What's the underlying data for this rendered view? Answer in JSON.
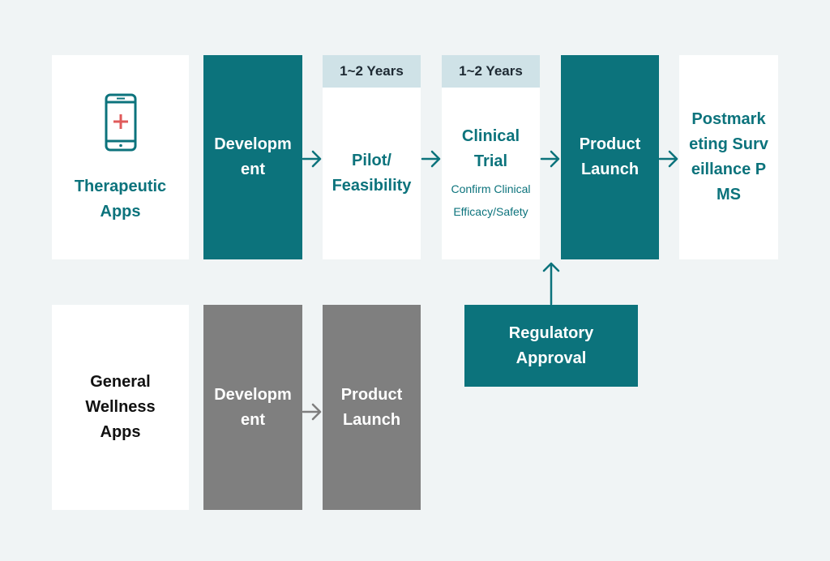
{
  "colors": {
    "background": "#f0f4f5",
    "teal": "#0c737c",
    "gray": "#7f7f7f",
    "band": "#cfe2e7",
    "icon_cross": "#e05a5a"
  },
  "therapeutic_row": {
    "icon": "smartphone-medical-icon",
    "category_label": "Therapeutic Apps",
    "development": "Development",
    "pilot": {
      "duration": "1~2 Years",
      "label": "Pilot/ Feasibility"
    },
    "clinical": {
      "duration": "1~2 Years",
      "title": "Clinical Trial",
      "subtitle_line1": "Confirm Clinical",
      "subtitle_line2": "Efficacy/Safety"
    },
    "product_launch": "Product Launch",
    "pms": "Postmarketing Surveillance PMS"
  },
  "regulatory": {
    "label": "Regulatory Approval"
  },
  "wellness_row": {
    "category_label": "General Wellness Apps",
    "development": "Development",
    "product_launch": "Product Launch"
  }
}
